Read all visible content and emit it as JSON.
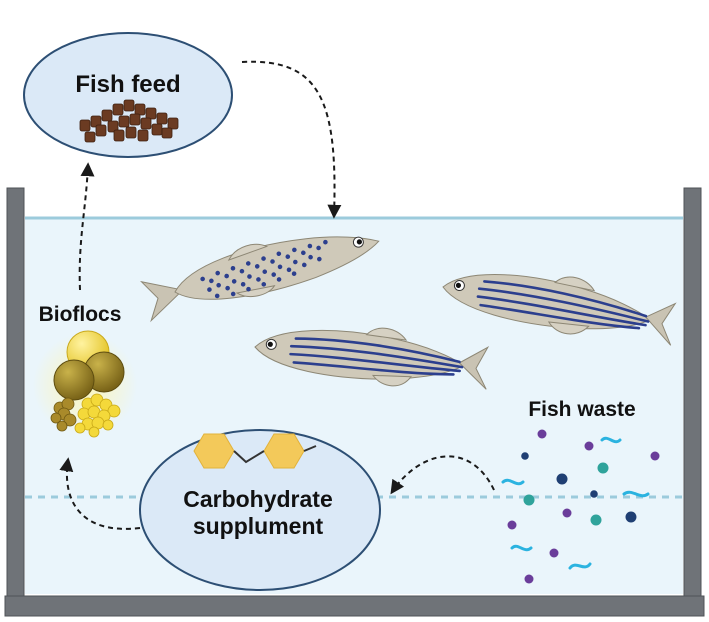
{
  "labels": {
    "fish_feed": "Fish feed",
    "bioflocs": "Bioflocs",
    "fish_waste": "Fish waste",
    "carb_line1": "Carbohydrate",
    "carb_line2": "supplument"
  },
  "colors": {
    "water": "#eaf5fb",
    "water_line": "#9ccbdc",
    "tank_wall": "#6f7378",
    "bubble_fill": "#dbe9f7",
    "bubble_stroke": "#2d4f74",
    "pellet": "#6b3b22",
    "hexagon": "#f3c95a",
    "floc_yellow": "#f0d232",
    "fish_body": "#c9c3b3",
    "fish_stripe": "#2c3f8e",
    "waste_teal": "#2fa39b",
    "waste_purple": "#6a3d9a",
    "waste_navy": "#1f3f73",
    "waste_cyan": "#2bb3e0"
  },
  "icons": [
    "fish-feed-pellets-icon",
    "zebrafish-icon",
    "biofloc-icon",
    "carbohydrate-hexagon-icon",
    "fish-waste-particles-icon"
  ]
}
